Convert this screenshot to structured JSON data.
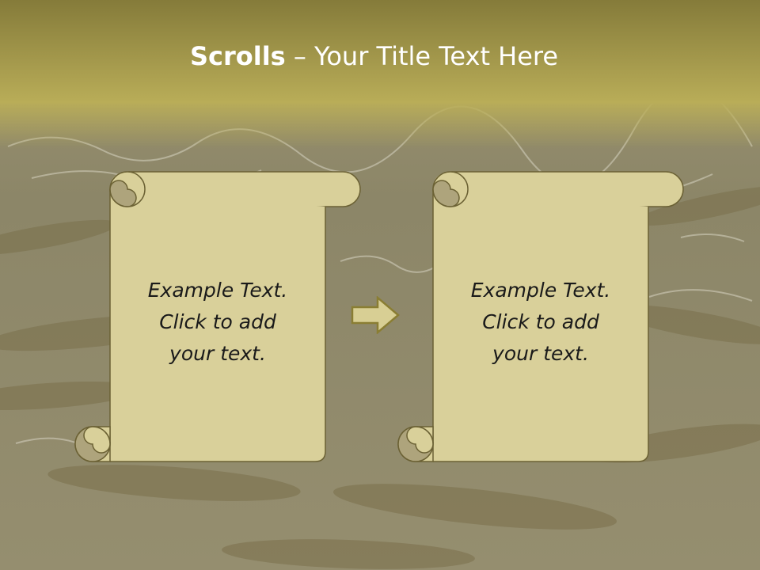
{
  "slide": {
    "title_strong": "Scrolls",
    "title_dash": " – ",
    "title_rest": "Your Title Text Here"
  },
  "scrolls": [
    {
      "text": "Example  Text.\nClick  to add\nyour text."
    },
    {
      "text": "Example  Text.\nClick  to add\nyour text."
    }
  ],
  "icons": {
    "arrow": "right-arrow-icon",
    "scroll": "scroll-icon"
  },
  "colors": {
    "header_top": "#857b3a",
    "header_bottom": "#b9ad58",
    "parchment": "#d9d09a",
    "parchment_shadow": "#aea47c",
    "outline": "#6b6134",
    "arrow_fill": "#d8cf94",
    "arrow_stroke": "#8a7e33"
  }
}
